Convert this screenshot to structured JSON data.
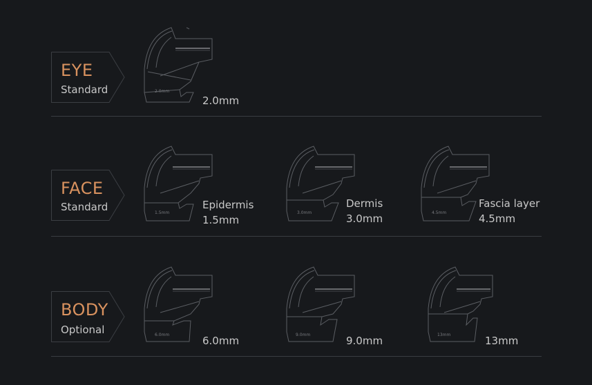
{
  "sections": [
    {
      "title": "EYE",
      "subtitle": "Standard",
      "cartridges": [
        {
          "mini": "2.0mm",
          "name": "",
          "depth": "2.0mm"
        }
      ]
    },
    {
      "title": "FACE",
      "subtitle": "Standard",
      "cartridges": [
        {
          "mini": "1.5mm",
          "name": "Epidermis",
          "depth": "1.5mm"
        },
        {
          "mini": "3.0mm",
          "name": "Dermis",
          "depth": "3.0mm"
        },
        {
          "mini": "4.5mm",
          "name": "Fascia layer",
          "depth": "4.5mm"
        }
      ]
    },
    {
      "title": "BODY",
      "subtitle": "Optional",
      "cartridges": [
        {
          "mini": "6.0mm",
          "name": "",
          "depth": "6.0mm"
        },
        {
          "mini": "9.0mm",
          "name": "",
          "depth": "9.0mm"
        },
        {
          "mini": "13mm",
          "name": "",
          "depth": "13mm"
        }
      ]
    }
  ],
  "colors": {
    "background": "#17191c",
    "accent": "#d9925f",
    "line": "#5b5e63",
    "text": "#c9c9c9"
  }
}
